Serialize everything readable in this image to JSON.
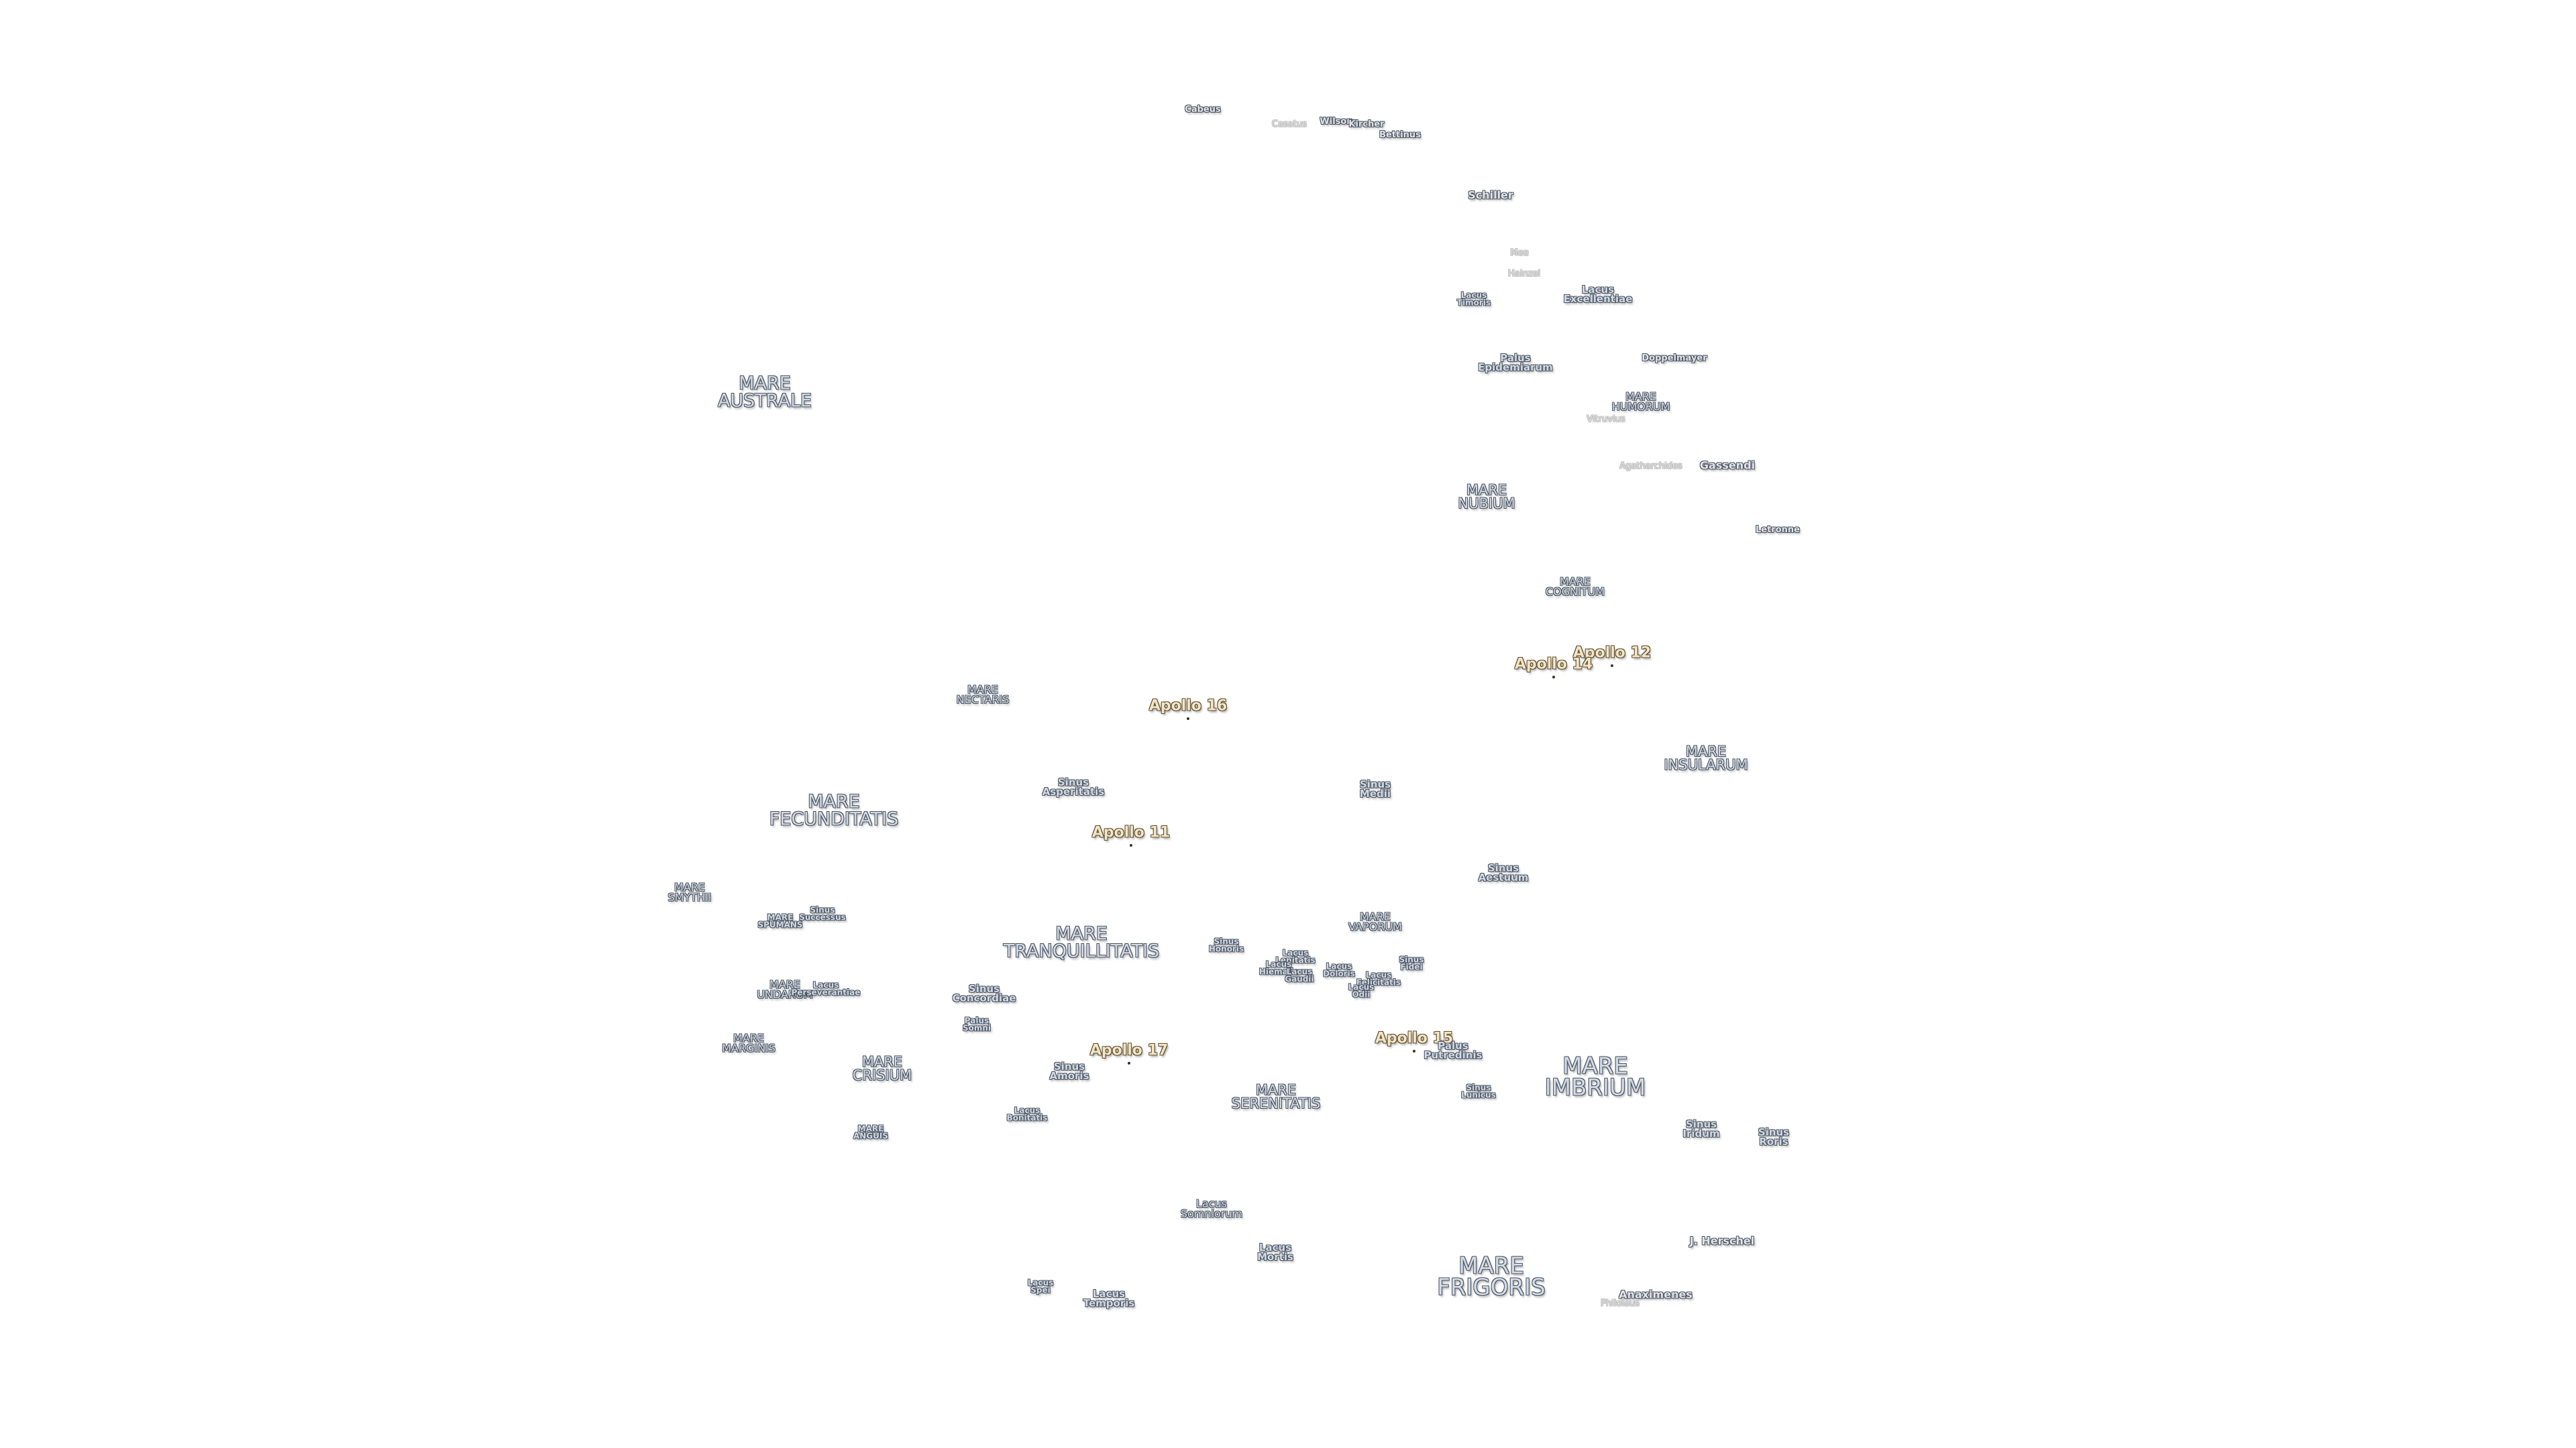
{
  "labels": [
    {
      "text": "Cabeus",
      "class": "crater-s"
    },
    {
      "text": "Casatus",
      "class": "faint"
    },
    {
      "text": "Wilson",
      "class": "crater-s"
    },
    {
      "text": "Kircher",
      "class": "crater-s"
    },
    {
      "text": "Bettinus",
      "class": "crater-s"
    },
    {
      "text": "Schiller",
      "class": "crater"
    },
    {
      "text": "Mee",
      "class": "faint"
    },
    {
      "text": "Hainzel",
      "class": "faint"
    },
    {
      "text": "Lacus\nTimoris",
      "class": "feat-s"
    },
    {
      "text": "Lacus\nExcellentiae",
      "class": "feat"
    },
    {
      "text": "Palus\nEpidemiarum",
      "class": "feat"
    },
    {
      "text": "Doppelmayer",
      "class": "crater-s"
    },
    {
      "text": "MARE\nHUMORUM",
      "class": "mare-s"
    },
    {
      "text": "Vitruvius",
      "class": "faint"
    },
    {
      "text": "Agatharchides",
      "class": "faint"
    },
    {
      "text": "Gassendi",
      "class": "crater"
    },
    {
      "text": "MARE\nAUSTRALE",
      "class": "mare-l"
    },
    {
      "text": "MARE\nNUBIUM",
      "class": "mare-m"
    },
    {
      "text": "Letronne",
      "class": "crater-s"
    },
    {
      "text": "MARE\nCOGNITUM",
      "class": "mare-s"
    },
    {
      "text": "Apollo 12",
      "class": "apollo"
    },
    {
      "text": "Apollo 14",
      "class": "apollo"
    },
    {
      "text": "MARE\nNECTARIS",
      "class": "mare-s"
    },
    {
      "text": "Apollo 16",
      "class": "apollo"
    },
    {
      "text": "MARE\nINSULARUM",
      "class": "mare-m"
    },
    {
      "text": "Sinus\nAsperitatis",
      "class": "feat"
    },
    {
      "text": "Sinus\nMedii",
      "class": "feat"
    },
    {
      "text": "MARE\nFECUNDITATIS",
      "class": "mare-l"
    },
    {
      "text": "Apollo 11",
      "class": "apollo"
    },
    {
      "text": "MARE\nSMYTHII",
      "class": "mare-s"
    },
    {
      "text": "Sinus\nAestuum",
      "class": "feat"
    },
    {
      "text": "MARE\nSPUMANS",
      "class": "feat-s"
    },
    {
      "text": "Sinus\nSuccessus",
      "class": "feat-s"
    },
    {
      "text": "MARE\nTRANQUILLITATIS",
      "class": "mare-l"
    },
    {
      "text": "MARE\nVAPORUM",
      "class": "mare-s"
    },
    {
      "text": "Sinus\nHonoris",
      "class": "feat-s"
    },
    {
      "text": "Lacus\nLenitatis",
      "class": "feat-s"
    },
    {
      "text": "Lacus\nHiemalis",
      "class": "feat-s"
    },
    {
      "text": "Lacus\nGaudii",
      "class": "feat-s"
    },
    {
      "text": "Lacus\nDoloris",
      "class": "feat-s"
    },
    {
      "text": "Lacus\nFelicitatis",
      "class": "feat-s"
    },
    {
      "text": "Lacus\nOdii",
      "class": "feat-s"
    },
    {
      "text": "Sinus\nFidei",
      "class": "feat-s"
    },
    {
      "text": "MARE\nUNDARUM",
      "class": "mare-s"
    },
    {
      "text": "Lacus\nPerseverantiae",
      "class": "feat-s"
    },
    {
      "text": "Sinus\nConcordiae",
      "class": "feat"
    },
    {
      "text": "Palus\nSomni",
      "class": "feat-s"
    },
    {
      "text": "MARE\nMARGINIS",
      "class": "mare-s"
    },
    {
      "text": "MARE\nCRISIUM",
      "class": "mare-m"
    },
    {
      "text": "Apollo 17",
      "class": "apollo"
    },
    {
      "text": "Sinus\nAmoris",
      "class": "feat"
    },
    {
      "text": "Apollo 15",
      "class": "apollo"
    },
    {
      "text": "Palus\nPutredinis",
      "class": "feat"
    },
    {
      "text": "MARE\nIMBRIUM",
      "class": "mare-xl"
    },
    {
      "text": "MARE\nSERENITATIS",
      "class": "mare-m"
    },
    {
      "text": "Sinus\nLunicus",
      "class": "feat-s"
    },
    {
      "text": "Lacus\nBonitatis",
      "class": "feat-s"
    },
    {
      "text": "Sinus\nIridum",
      "class": "feat"
    },
    {
      "text": "Sinus\nRoris",
      "class": "feat"
    },
    {
      "text": "MARE\nANGUIS",
      "class": "feat-s"
    },
    {
      "text": "Lacus\nSomniorum",
      "class": "mare-s"
    },
    {
      "text": "Lacus\nMortis",
      "class": "feat"
    },
    {
      "text": "J. Herschel",
      "class": "crater"
    },
    {
      "text": "MARE\nFRIGORIS",
      "class": "mare-xl"
    },
    {
      "text": "Lacus\nSpei",
      "class": "feat-s"
    },
    {
      "text": "Lacus\nTemporis",
      "class": "feat"
    },
    {
      "text": "Anaximenes",
      "class": "crater"
    },
    {
      "text": "Philolaus",
      "class": "faint"
    }
  ]
}
